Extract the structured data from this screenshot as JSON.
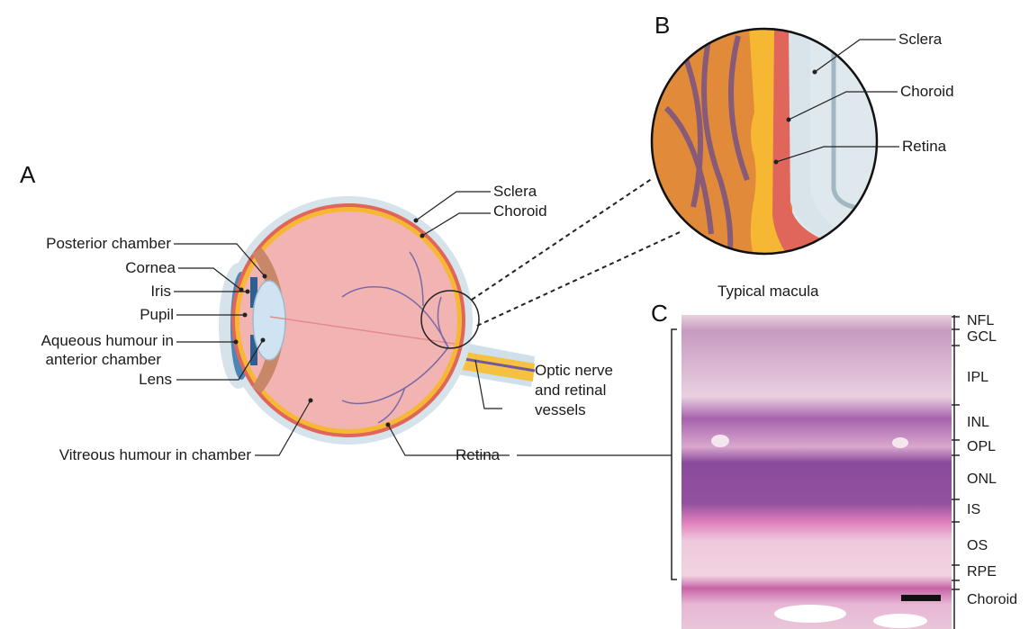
{
  "panels": {
    "a": "A",
    "b": "B",
    "c": "C"
  },
  "eye_labels": {
    "posterior_chamber": "Posterior chamber",
    "cornea": "Cornea",
    "iris": "Iris",
    "pupil": "Pupil",
    "aqueous_line1": "Aqueous humour in",
    "aqueous_line2": "anterior chamber",
    "lens": "Lens",
    "vitreous": "Vitreous humour in chamber",
    "sclera": "Sclera",
    "choroid": "Choroid",
    "optic_line1": "Optic nerve",
    "optic_line2": "and retinal",
    "optic_line3": "vessels",
    "retina": "Retina"
  },
  "macula": {
    "sclera": "Sclera",
    "choroid": "Choroid",
    "retina": "Retina",
    "caption": "Typical macula"
  },
  "histology_layers": [
    "NFL",
    "GCL",
    "IPL",
    "INL",
    "OPL",
    "ONL",
    "IS",
    "OS",
    "RPE",
    "Choroid"
  ],
  "colors": {
    "eyeball": "#f2b3b3",
    "sclera": "#d6e3ea",
    "choroid_band": "#e0665c",
    "retina_band": "#f6b733",
    "iris": "#2e5f93",
    "lens": "#cfe3f3",
    "macula_orange": "#e08a3a",
    "histology_pink": "#e7b5d4",
    "histology_purple": "#8a4a9c"
  }
}
